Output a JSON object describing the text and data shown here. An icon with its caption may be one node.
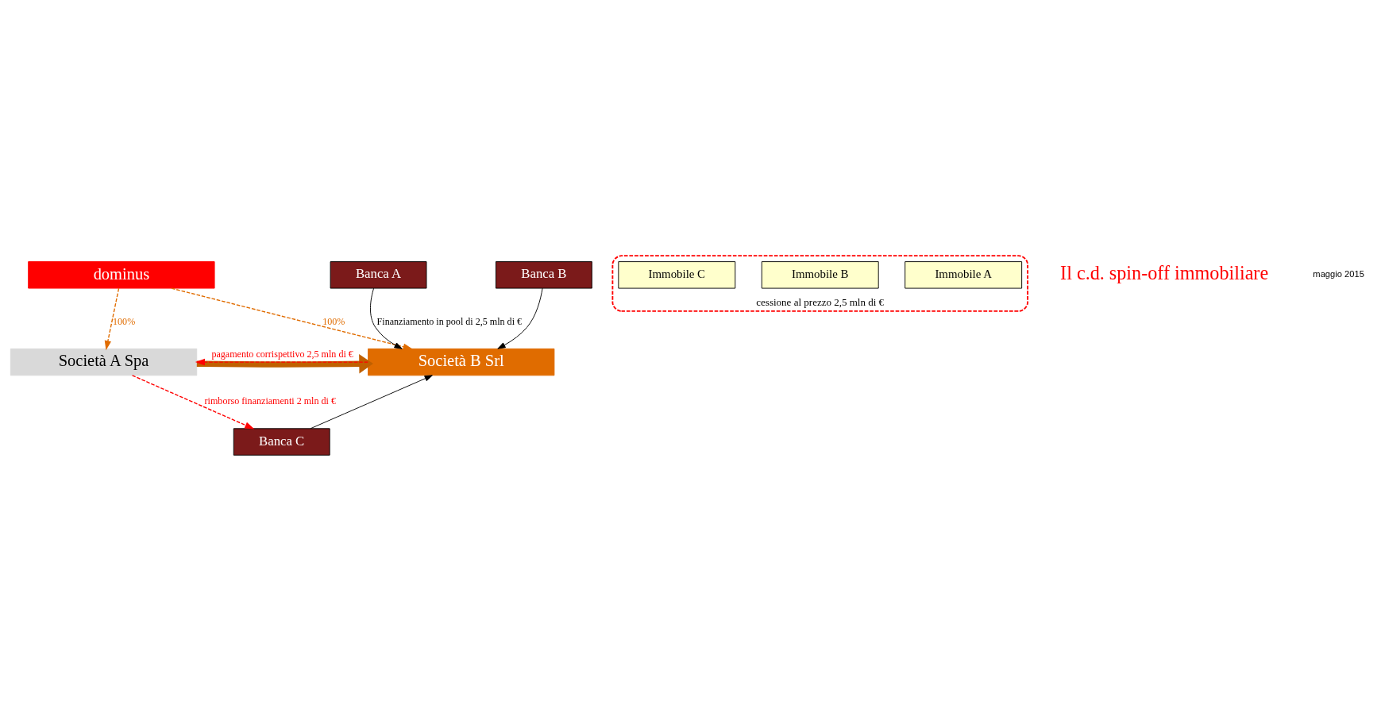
{
  "diagram": {
    "nodes": [
      {
        "text": [
          "dominus"
        ]
      },
      {
        "text": [
          "Società A Spa"
        ]
      },
      {
        "text": [
          "Società B Srl"
        ]
      },
      {
        "text": [
          "cessione al prezzo 2,5 mln di €"
        ]
      },
      {
        "text": [
          "Immobile A"
        ],
        "in": 3
      },
      {
        "text": [
          "Immobile B"
        ],
        "in": 3
      },
      {
        "text": [
          "Immobile C"
        ],
        "in": 3
      },
      {
        "text": [
          "Banca A"
        ]
      },
      {
        "text": [
          "Banca B"
        ]
      },
      {
        "text": [
          "Banca C"
        ]
      }
    ],
    "edges": [
      {
        "from": 0,
        "to": 1,
        "arrow": "to",
        "label": "100%",
        "style": "dashed",
        "color": "#e06c00"
      },
      {
        "from": 0,
        "to": 2,
        "arrow": "to",
        "label": "100%",
        "style": "dashed",
        "color": "#e06c00"
      },
      {
        "from": 2,
        "to": 1,
        "arrow": "to",
        "label": "pagamento corrispettivo 2,5 mln di €",
        "style": "dashed",
        "color": "#ff0000"
      },
      {
        "from": 1,
        "to": 2,
        "arrow": "to",
        "style": "thick",
        "color": "#c06000"
      },
      {
        "from": 7,
        "to": 2,
        "arrow": "to",
        "label": "Finanziamento in pool di 2,5 mln di €"
      },
      {
        "from": 8,
        "to": 2,
        "arrow": "to"
      },
      {
        "from": 9,
        "to": 2,
        "arrow": "to"
      },
      {
        "from": 1,
        "to": 9,
        "arrow": "to",
        "label": "rimborso finanziamenti 2 mln di €",
        "style": "dashed",
        "color": "#ff0000"
      }
    ],
    "labels": [
      "Il c.d. spin-off immobiliare",
      "maggio 2015"
    ]
  }
}
